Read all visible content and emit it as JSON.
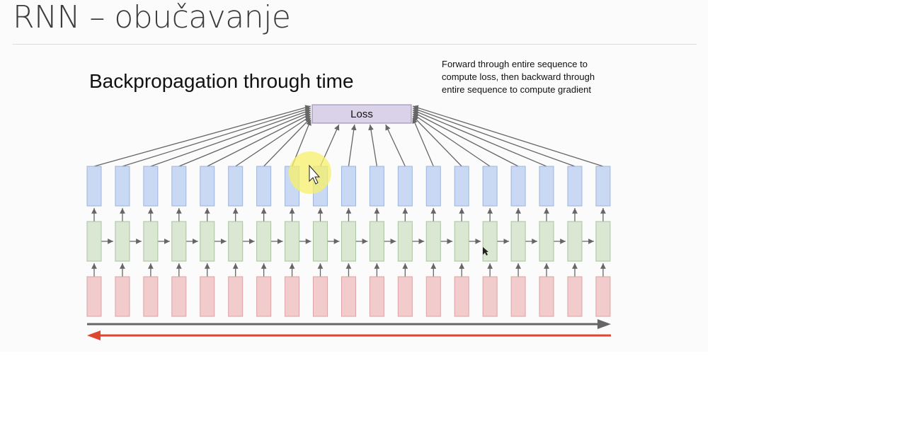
{
  "slide": {
    "title": "RNN – obučavanje"
  },
  "diagram": {
    "title": "Backpropagation through time",
    "caption_lines": [
      "Forward through entire sequence to",
      "compute loss, then backward through",
      "entire sequence to compute gradient"
    ],
    "loss_label": "Loss",
    "timesteps": 19,
    "colors": {
      "output": "#c9d9f4",
      "output_border": "#9fb4dc",
      "hidden": "#d9e7d3",
      "hidden_border": "#a9c3a0",
      "input": "#f2cccc",
      "input_border": "#d9a3a3",
      "loss": "#d9d2e9",
      "loss_border": "#8e86a8",
      "arrow": "#666666",
      "forward_arrow": "#666666",
      "backward_arrow": "#e0452f",
      "cursor_highlight": "#f7f06a"
    }
  }
}
